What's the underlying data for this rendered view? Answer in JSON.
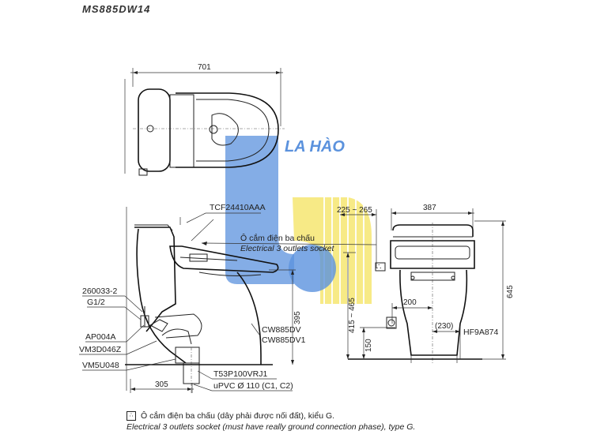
{
  "model_code": "MS885DW14",
  "watermark": {
    "brand": "LA HÀO",
    "color_blue": "#3f7fd8",
    "color_yellow": "#f4e04d"
  },
  "dimensions": {
    "top_width": "701",
    "side_height": "395",
    "side_depth": "305",
    "outlet_range": "225 ~ 265",
    "front_width": "387",
    "front_height": "645",
    "inlet_height": "415 ~ 465",
    "offset_200": "200",
    "offset_230": "(230)",
    "height_150": "150"
  },
  "labels": {
    "seat_model": "TCF24410AAA",
    "outlet_vi": "Ô cắm điện ba chấu",
    "outlet_en": "Electrical 3 outlets socket",
    "part_260033": "260033-2",
    "part_g12": "G1/2",
    "part_ap004a": "AP004A",
    "part_vm3d046z": "VM3D046Z",
    "part_vm5u048": "VM5U048",
    "part_cw885dv": "CW885DV",
    "part_cw885dv1": "CW885DV1",
    "part_t53p100vrj1": "T53P100VRJ1",
    "part_upvc": "uPVC Ø 110 (C1, C2)",
    "part_hf9a874": "HF9A874"
  },
  "footnote": {
    "line_vi": "Ô cắm điện ba chấu (dây phải được nối đất), kiểu G.",
    "line_en": "Electrical 3 outlets socket (must have really ground connection phase), type G."
  }
}
